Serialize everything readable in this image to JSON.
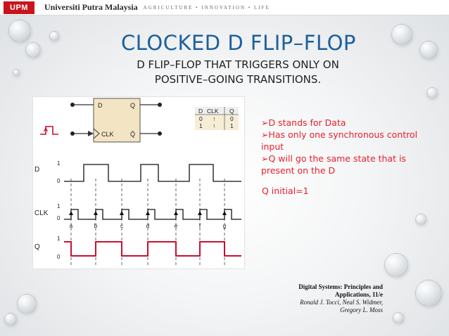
{
  "header": {
    "logo_text": "UPM",
    "university": "Universiti Putra Malaysia",
    "tagline": "AGRICULTURE • INNOVATION • LIFE"
  },
  "slide": {
    "title": "CLOCKED D FLIP–FLOP",
    "subtitle": "D FLIP–FLOP THAT TRIGGERS ONLY ON POSITIVE–GOING TRANSITIONS.",
    "bullets": [
      "D stands for Data",
      "Has only one synchronous control input",
      "Q will go the same state that is present on the D"
    ],
    "bullet_marker": "➢",
    "q_initial": "Q initial=1",
    "citation": {
      "title_line": "Digital Systems: Principles and Applications, 11/e",
      "authors_line": "Ronald J. Tocci, Neal S. Widmer, Gregory L. Moss"
    }
  },
  "diagram": {
    "ff_labels": {
      "d": "D",
      "q": "Q",
      "clk": "CLK",
      "qbar": "Q̄"
    },
    "truth_table": {
      "headers": [
        "D",
        "CLK",
        "Q"
      ],
      "rows": [
        [
          "0",
          "↑",
          "0"
        ],
        [
          "1",
          "↑",
          "1"
        ]
      ]
    },
    "signal_labels": [
      "D",
      "CLK",
      "Q"
    ],
    "levels": [
      "1",
      "0"
    ],
    "edge_labels": [
      "a",
      "b",
      "c",
      "d",
      "e",
      "f",
      "g"
    ]
  },
  "colors": {
    "title": "#1d5f9c",
    "bullets": "#e8202a",
    "waveform_q": "#c8102e",
    "logo": "#c9141c"
  }
}
